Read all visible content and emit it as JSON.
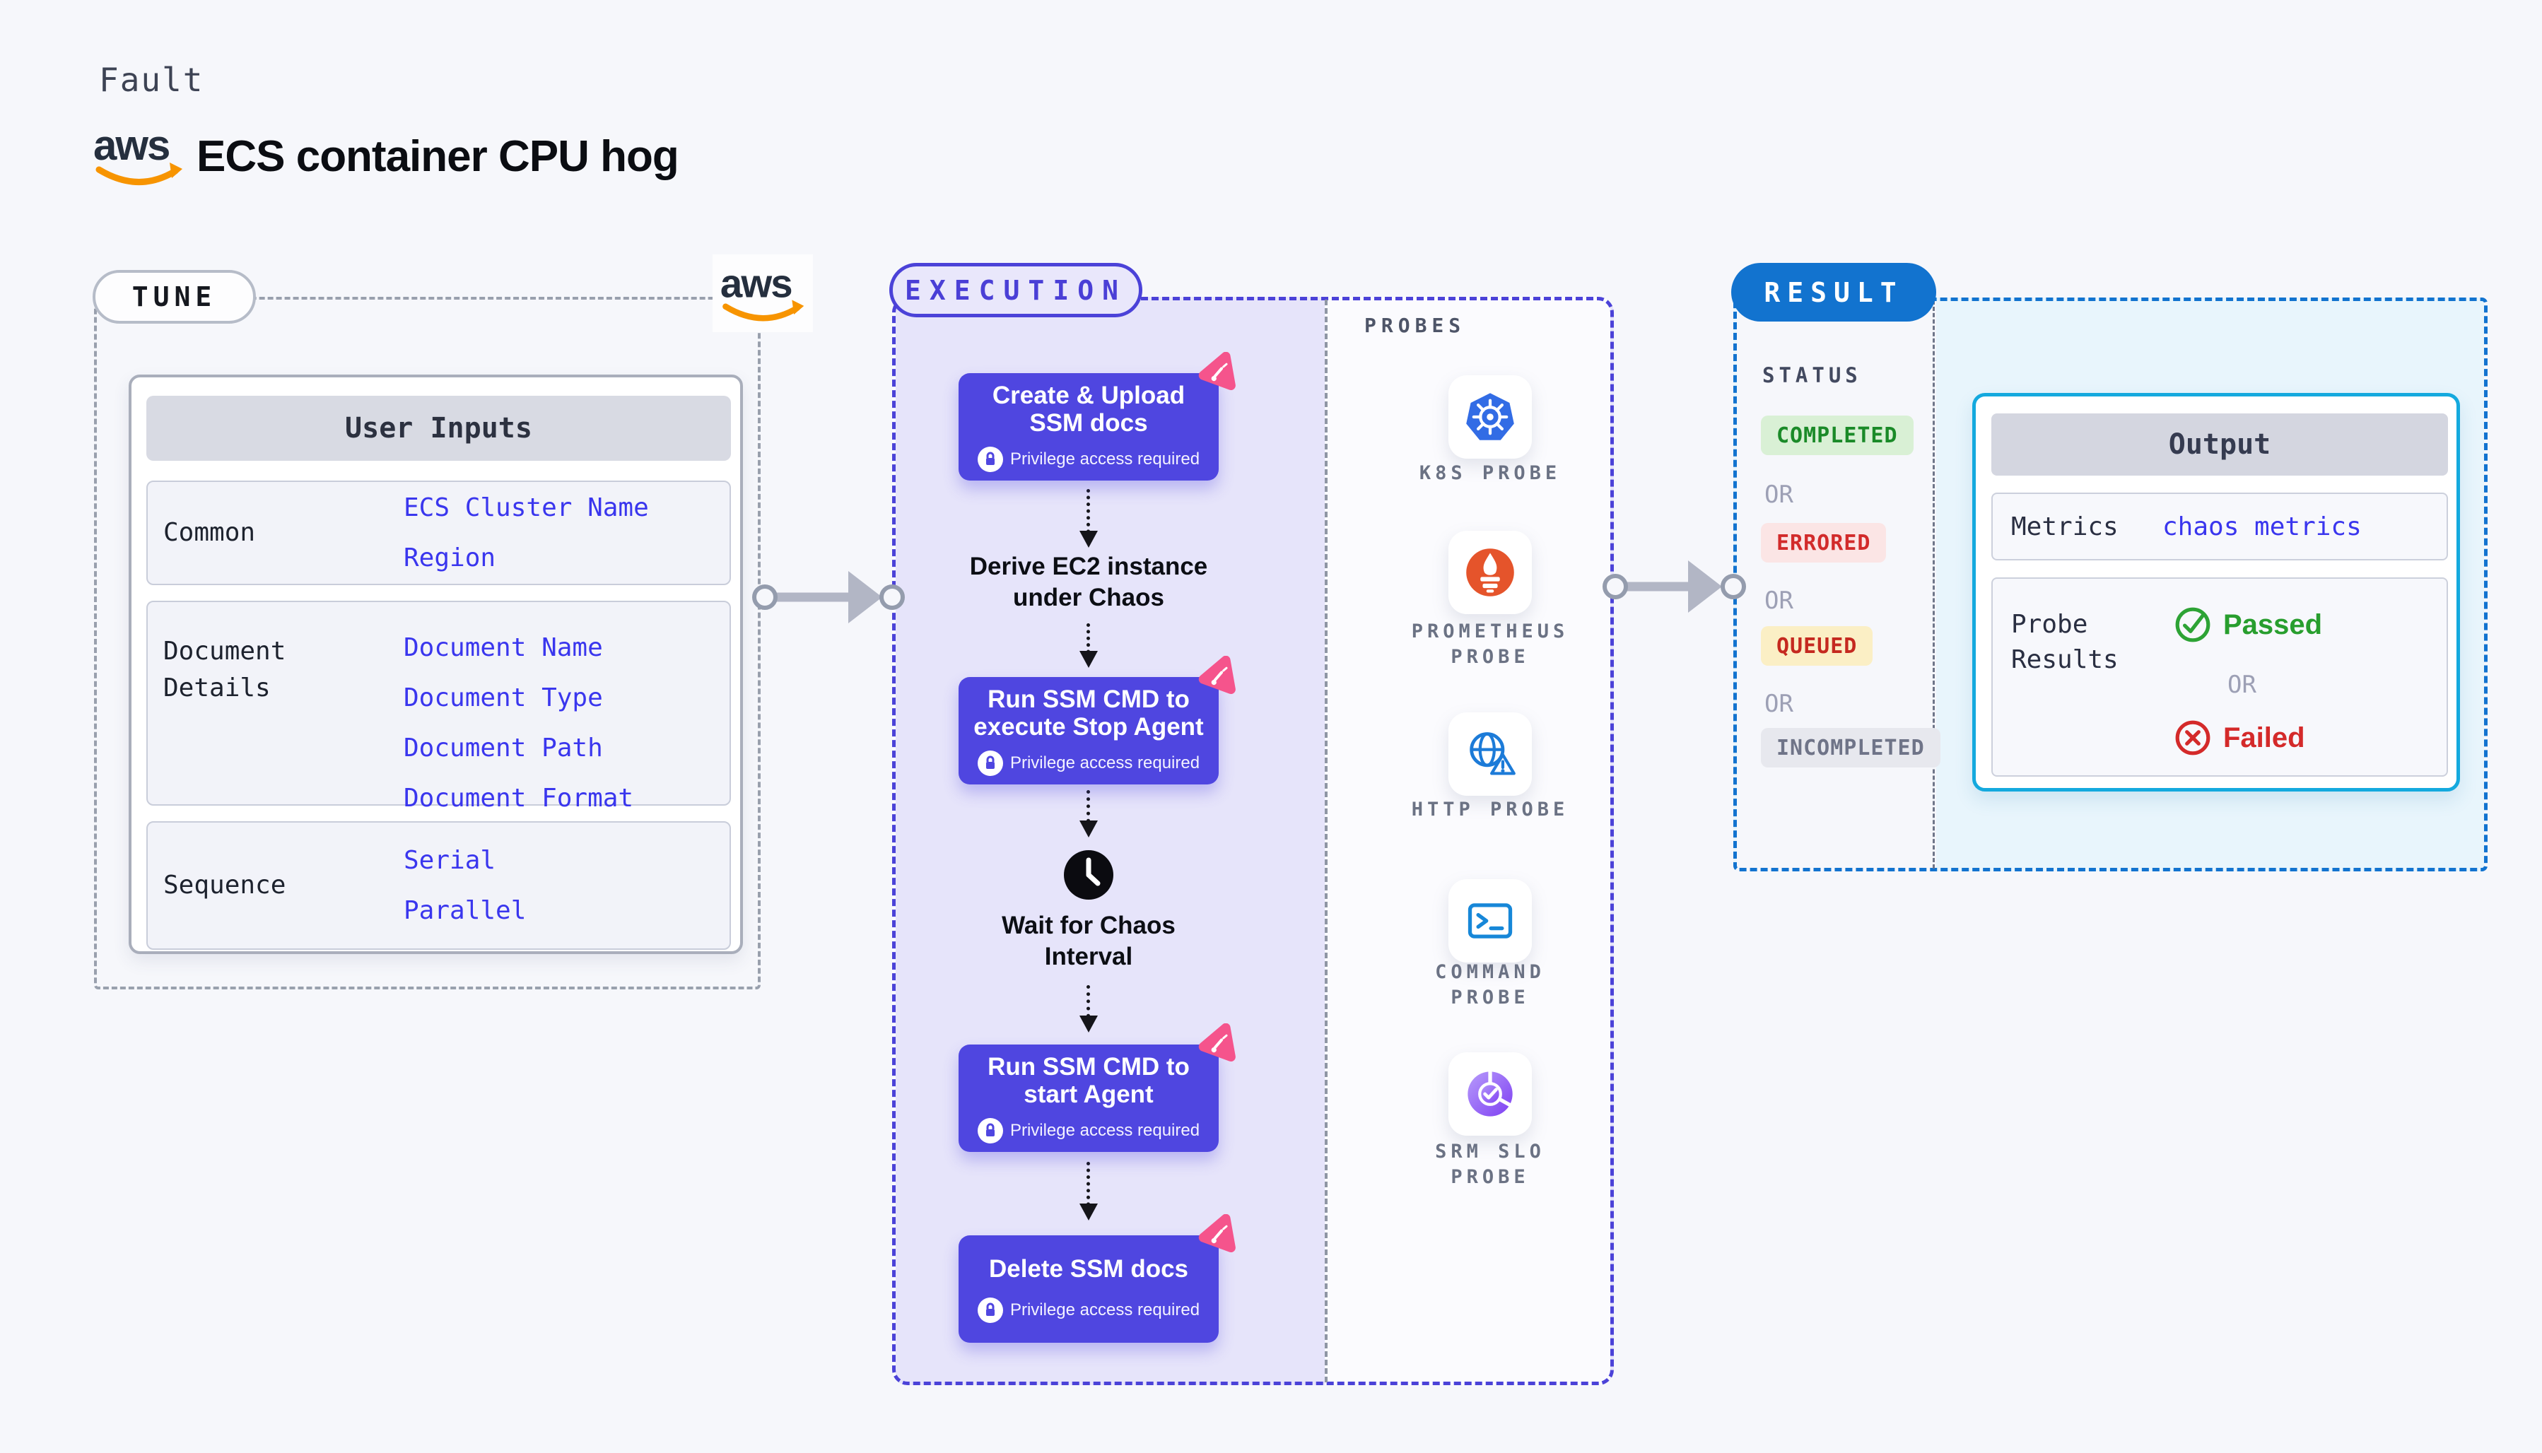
{
  "header": {
    "kicker": "Fault",
    "title": "ECS container CPU hog",
    "brand": "aws"
  },
  "tune": {
    "badge": "TUNE",
    "card": {
      "header": "User Inputs",
      "rows": [
        {
          "label": "Common",
          "values": [
            "ECS Cluster Name",
            "Region"
          ]
        },
        {
          "label": "Document Details",
          "values": [
            "Document Name",
            "Document Type",
            "Document Path",
            "Document Format"
          ]
        },
        {
          "label": "Sequence",
          "values": [
            "Serial",
            "Parallel"
          ]
        }
      ]
    }
  },
  "execution": {
    "badge": "EXECUTION",
    "steps": [
      {
        "title": "Create & Upload SSM docs",
        "note": "Privilege access required"
      },
      {
        "title": "Run SSM CMD to execute Stop Agent",
        "note": "Privilege access required"
      },
      {
        "title": "Run SSM CMD to start Agent",
        "note": "Privilege access required"
      },
      {
        "title": "Delete SSM docs",
        "note": "Privilege access required"
      }
    ],
    "derive_label": "Derive EC2 instance under Chaos",
    "wait_label": "Wait for Chaos Interval",
    "probes": {
      "heading": "PROBES",
      "items": [
        {
          "name": "k8s-probe",
          "label": "K8S PROBE"
        },
        {
          "name": "prometheus-probe",
          "label": "PROMETHEUS PROBE"
        },
        {
          "name": "http-probe",
          "label": "HTTP PROBE"
        },
        {
          "name": "command-probe",
          "label": "COMMAND PROBE"
        },
        {
          "name": "srm-slo-probe",
          "label": "SRM SLO PROBE"
        }
      ]
    }
  },
  "result": {
    "badge": "RESULT",
    "status": {
      "heading": "STATUS",
      "separator": "OR",
      "items": [
        "COMPLETED",
        "ERRORED",
        "QUEUED",
        "INCOMPLETED"
      ]
    },
    "output": {
      "header": "Output",
      "metrics_label": "Metrics",
      "metrics_value": "chaos metrics",
      "probe_results_label": "Probe Results",
      "passed": "Passed",
      "failed": "Failed",
      "separator": "OR"
    }
  },
  "colors": {
    "accent_indigo": "#4f46e0",
    "accent_blue": "#1273cf",
    "output_border_cyan": "#14a9de",
    "lavender_panel": "#e6e4fa",
    "cyan_panel": "#e8f5fc",
    "link_blue": "#3a36ee",
    "status_green": "#1a8a28",
    "status_red": "#d22b2b",
    "queued_bg": "#fbefc5",
    "chaos_pink": "#f5548c",
    "aws_orange": "#f79400"
  }
}
